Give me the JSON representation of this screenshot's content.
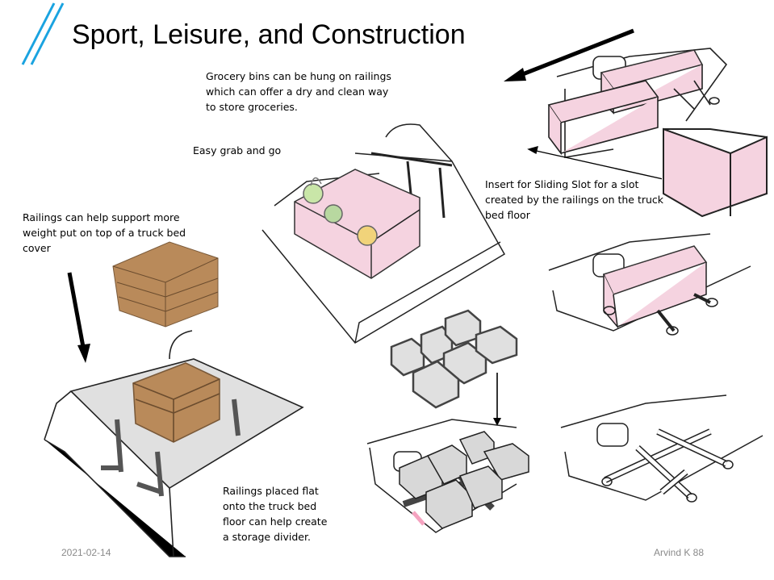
{
  "slide": {
    "title": "Sport, Leisure, and Construction",
    "notes": {
      "grocery": "Grocery bins can be hung on railings which can offer a dry and clean way to store groceries.",
      "easy_grab": "Easy grab and go",
      "insert": "Insert for Sliding Slot for a slot created by the railings on the truck bed floor",
      "support": "Railings can help support more weight put on top of a truck bed cover",
      "flat": "Railings placed flat onto the truck bed floor can help create a storage divider."
    },
    "footer": {
      "date": "2021-02-14",
      "author_page": "Arvind K 88"
    }
  },
  "colors": {
    "accent": "#1aa3e0",
    "bin_pink": "#f5d3e0",
    "crate_wood": "#b98a5a",
    "glass_gray": "#c9c9c9"
  }
}
